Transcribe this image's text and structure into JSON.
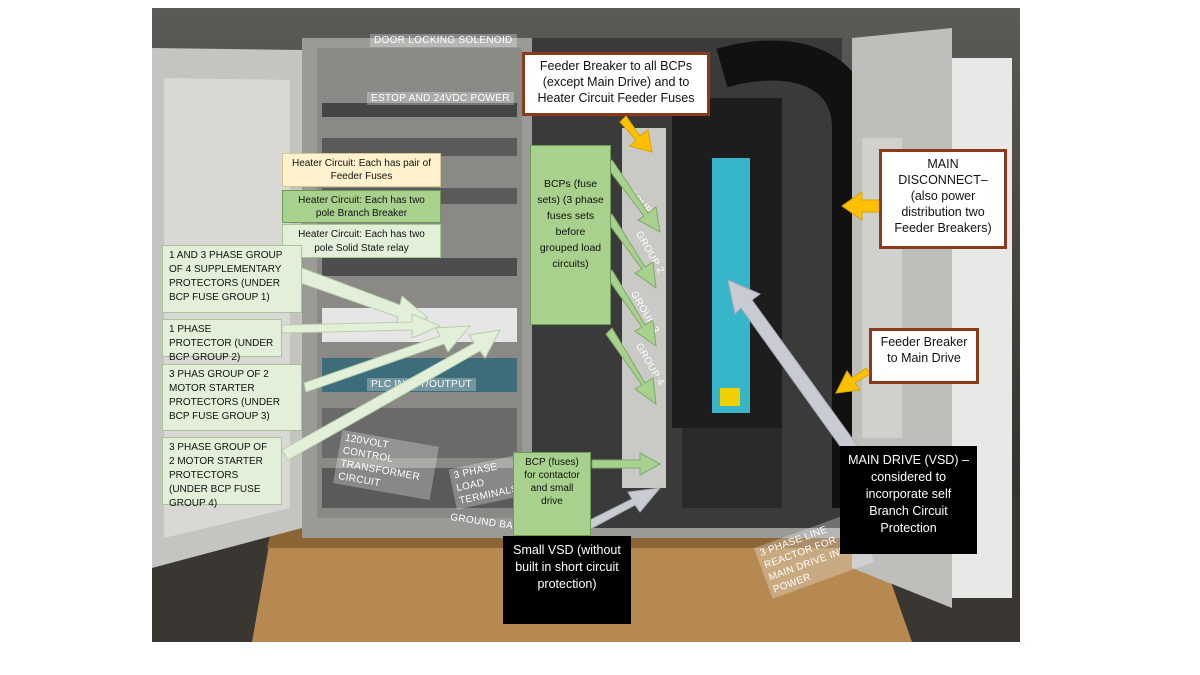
{
  "photo_labels": {
    "door_locking": "DOOR LOCKING SOLENOID",
    "estop": "ESTOP AND 24VDC POWER",
    "plc": "PLC INPUT/OUTPUT",
    "transformer": "120VOLT CONTROL TRANSFORMER CIRCUIT",
    "load_terminals": "3 PHASE LOAD TERMINALS",
    "ground_bar": "GROUND BAR",
    "line_reactor": "3 PHASE LINE REACTOR FOR MAIN DRIVE INPUT POWER",
    "group_1": "GROUP 1",
    "group_2": "GROUP 2",
    "group_3": "GROUP 3",
    "group_4": "GROUP 4"
  },
  "callouts": {
    "feeder_breaker_bcps": "Feeder Breaker to all BCPs (except Main Drive) and to Heater Circuit Feeder Fuses",
    "main_disconnect": "MAIN DISCONNECT– (also power distribution two Feeder Breakers)",
    "feeder_main_drive": "Feeder Breaker to Main Drive",
    "main_drive_vsd": "MAIN DRIVE (VSD) – considered to incorporate self Branch Circuit Protection",
    "small_vsd": "Small VSD (without built in short circuit protection)",
    "bcp_fuses": "BCP (fuses) for contactor and small drive",
    "bcps_fuse_sets": "BCPs (fuse sets) (3 phase fuses sets before grouped load circuits)",
    "heater_feeder_fuses": "Heater Circuit: Each has pair of Feeder Fuses",
    "heater_branch_breaker": "Heater Circuit: Each has two pole Branch Breaker",
    "heater_ssr": "Heater Circuit: Each has two pole Solid State relay",
    "group_1_protectors": "1 AND 3 PHASE GROUP OF 4 SUPPLEMENTARY PROTECTORS (UNDER BCP FUSE GROUP 1)",
    "phase_protector": "1 PHASE PROTECTOR (UNDER BCP GROUP 2)",
    "group_3_starters": "3 PHAS GROUP OF 2 MOTOR STARTER PROTECTORS (UNDER BCP FUSE GROUP 3)",
    "group_4_starters": "3 PHASE GROUP OF 2 MOTOR STARTER PROTECTORS (UNDER BCP FUSE GROUP 4)"
  },
  "colors": {
    "callout_border_brown": "#8a3a1a",
    "arrow_yellow": "#ffc000",
    "arrow_pale_green": "#e2efd9",
    "arrow_green": "#a9d18e",
    "arrow_grey": "#c9cbd3"
  }
}
